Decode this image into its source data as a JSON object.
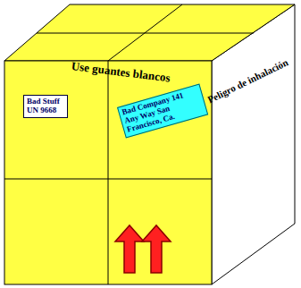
{
  "diagram": {
    "nodes": [
      {
        "text": [
          "Bad Stuff UN 9668"
        ]
      },
      {
        "text": [
          "Bad Company 141 Any Way San Francisco, Ca."
        ]
      }
    ],
    "labels": [
      "Use guantes blancos",
      "Peligro de inhalación"
    ]
  }
}
